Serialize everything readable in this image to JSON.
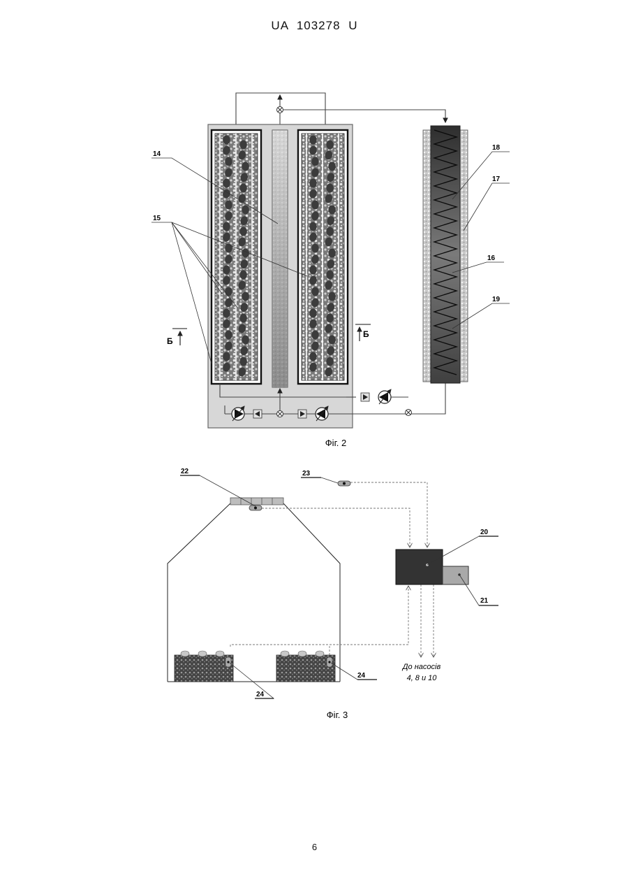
{
  "header": "UA   103278   U",
  "page_number": "6",
  "figure2": {
    "caption": "Фіг. 2",
    "labels": {
      "l14": "14",
      "l15": "15",
      "l16": "16",
      "l17": "17",
      "l18": "18",
      "l19": "19"
    },
    "section_left": "Б",
    "section_right": "Б"
  },
  "figure3": {
    "caption": "Фіг. 3",
    "labels": {
      "l20": "20",
      "l21": "21",
      "l22": "22",
      "l23": "23",
      "l24a": "24",
      "l24b": "24"
    },
    "note_line1": "До насосів",
    "note_line2": "4, 8 и 10"
  }
}
